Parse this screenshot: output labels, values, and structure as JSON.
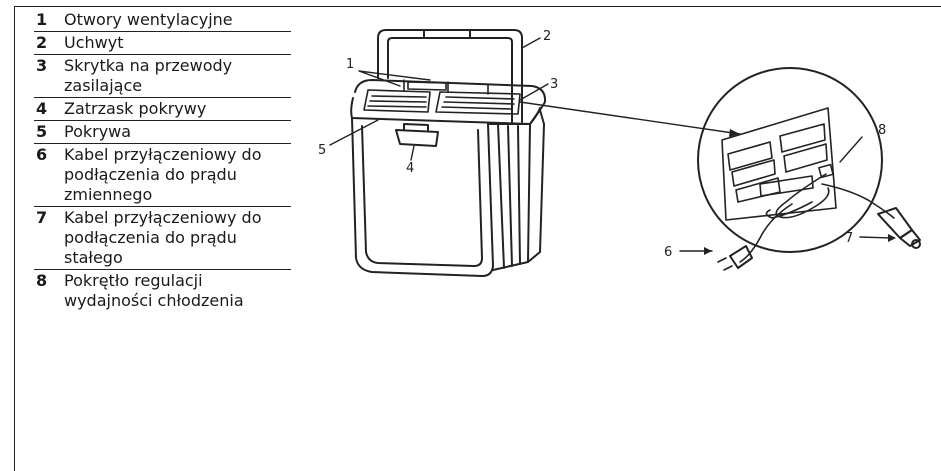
{
  "legend": [
    {
      "num": "1",
      "text": "Otwory wentylacyjne"
    },
    {
      "num": "2",
      "text": "Uchwyt"
    },
    {
      "num": "3",
      "text": "Skrytka na przewody zasilające"
    },
    {
      "num": "4",
      "text": "Zatrzask pokrywy"
    },
    {
      "num": "5",
      "text": "Pokrywa"
    },
    {
      "num": "6",
      "text": "Kabel przyłączeniowy do podłączenia do prądu zmiennego"
    },
    {
      "num": "7",
      "text": "Kabel przyłączeniowy do podłączenia do prądu stałego"
    },
    {
      "num": "8",
      "text": "Pokrętło regulacji wydajności chłodzenia"
    }
  ],
  "callouts": {
    "c1": "1",
    "c2": "2",
    "c3": "3",
    "c4": "4",
    "c5": "5",
    "c6": "6",
    "c7": "7",
    "c8": "8"
  }
}
